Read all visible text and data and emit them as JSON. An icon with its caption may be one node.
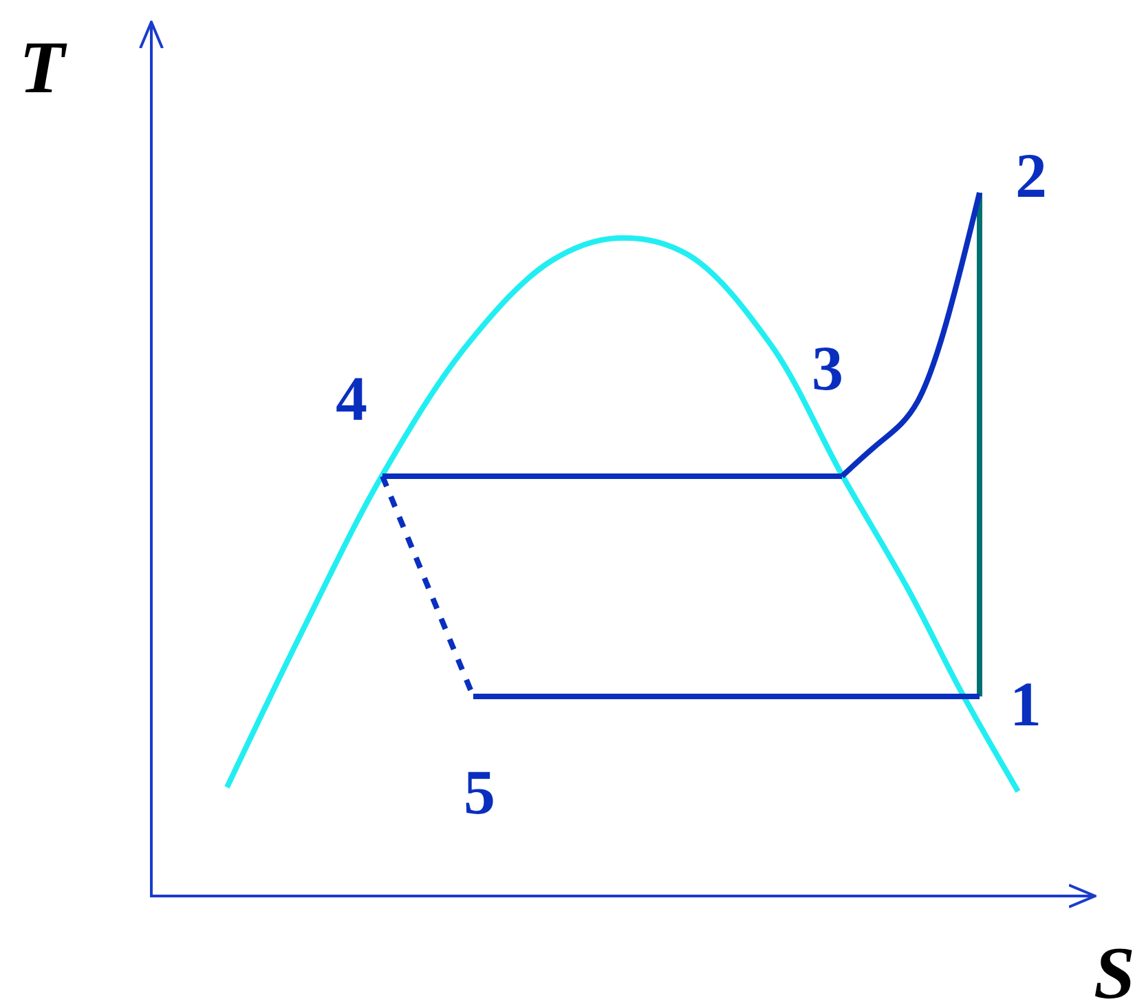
{
  "diagram": {
    "nodes": [
      {
        "text": [
          "2"
        ]
      },
      {
        "text": [
          "3"
        ]
      },
      {
        "text": [
          "4"
        ]
      },
      {
        "text": [
          "1"
        ]
      },
      {
        "text": [
          "5"
        ]
      }
    ],
    "edges": [
      {
        "from": 3,
        "to": 0,
        "arrow": "none",
        "color": "#007070"
      },
      {
        "from": 0,
        "to": 1,
        "arrow": "none"
      },
      {
        "from": 1,
        "to": 2,
        "arrow": "none"
      },
      {
        "from": 2,
        "to": 4,
        "arrow": "none",
        "style": "dashed"
      },
      {
        "from": 4,
        "to": 3,
        "arrow": "none"
      }
    ],
    "labels": [
      "T",
      "S"
    ]
  }
}
